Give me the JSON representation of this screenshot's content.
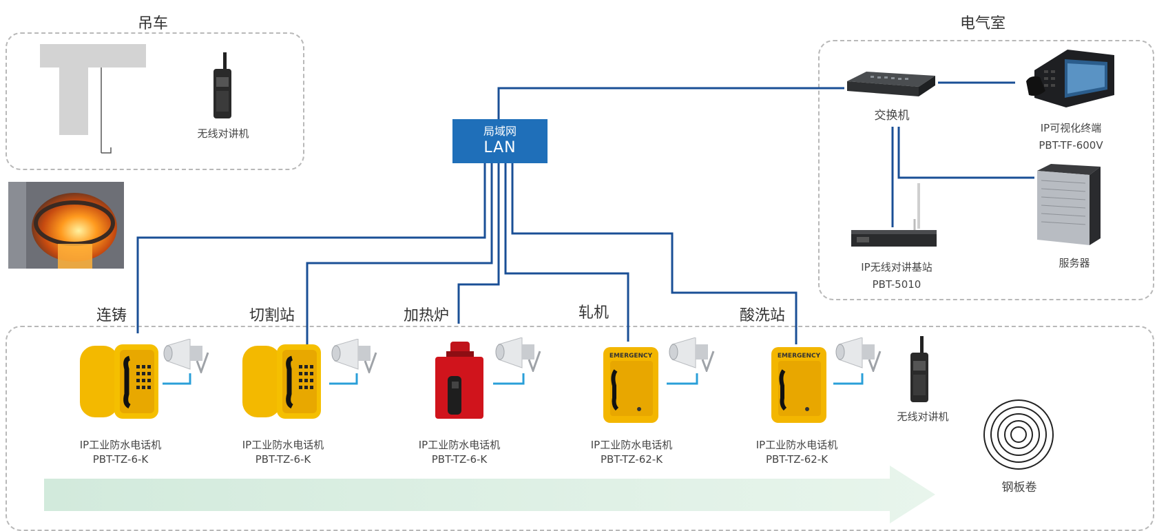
{
  "zones": {
    "crane": {
      "title": "吊车",
      "radio_label": "无线对讲机"
    },
    "electrical_room": {
      "title": "电气室",
      "switch_label": "交换机",
      "terminal_name": "IP可视化终端",
      "terminal_model": "PBT-TF-600V",
      "base_station_name": "IP无线对讲基站",
      "base_station_model": "PBT-5010",
      "server_label": "服务器"
    }
  },
  "lan": {
    "line1": "局域网",
    "line2": "LAN"
  },
  "stations": [
    {
      "title": "连铸",
      "device_name": "IP工业防水电话机",
      "model": "PBT-TZ-6-K"
    },
    {
      "title": "切割站",
      "device_name": "IP工业防水电话机",
      "model": "PBT-TZ-6-K"
    },
    {
      "title": "加热炉",
      "device_name": "IP工业防水电话机",
      "model": "PBT-TZ-6-K"
    },
    {
      "title": "轧机",
      "device_name": "IP工业防水电话机",
      "model": "PBT-TZ-62-K"
    },
    {
      "title": "酸洗站",
      "device_name": "IP工业防水电话机",
      "model": "PBT-TZ-62-K"
    }
  ],
  "plant_radio_label": "无线对讲机",
  "coil_label": "钢板卷",
  "phone_text": "EMERGENCY",
  "colors": {
    "network_line": "#1a4f96",
    "speaker_line": "#2a9fd8",
    "lan_box": "#1f6fb9",
    "flow_arrow": "#d4ecdc",
    "phone_yellow": "#f5b800",
    "phone_red": "#d0141c"
  },
  "icons": [
    "crane-icon",
    "radio-icon",
    "switch-icon",
    "ip-video-terminal-icon",
    "base-station-icon",
    "server-icon",
    "furnace-photo",
    "waterproof-phone-icon",
    "horn-speaker-icon",
    "steel-coil-icon"
  ]
}
